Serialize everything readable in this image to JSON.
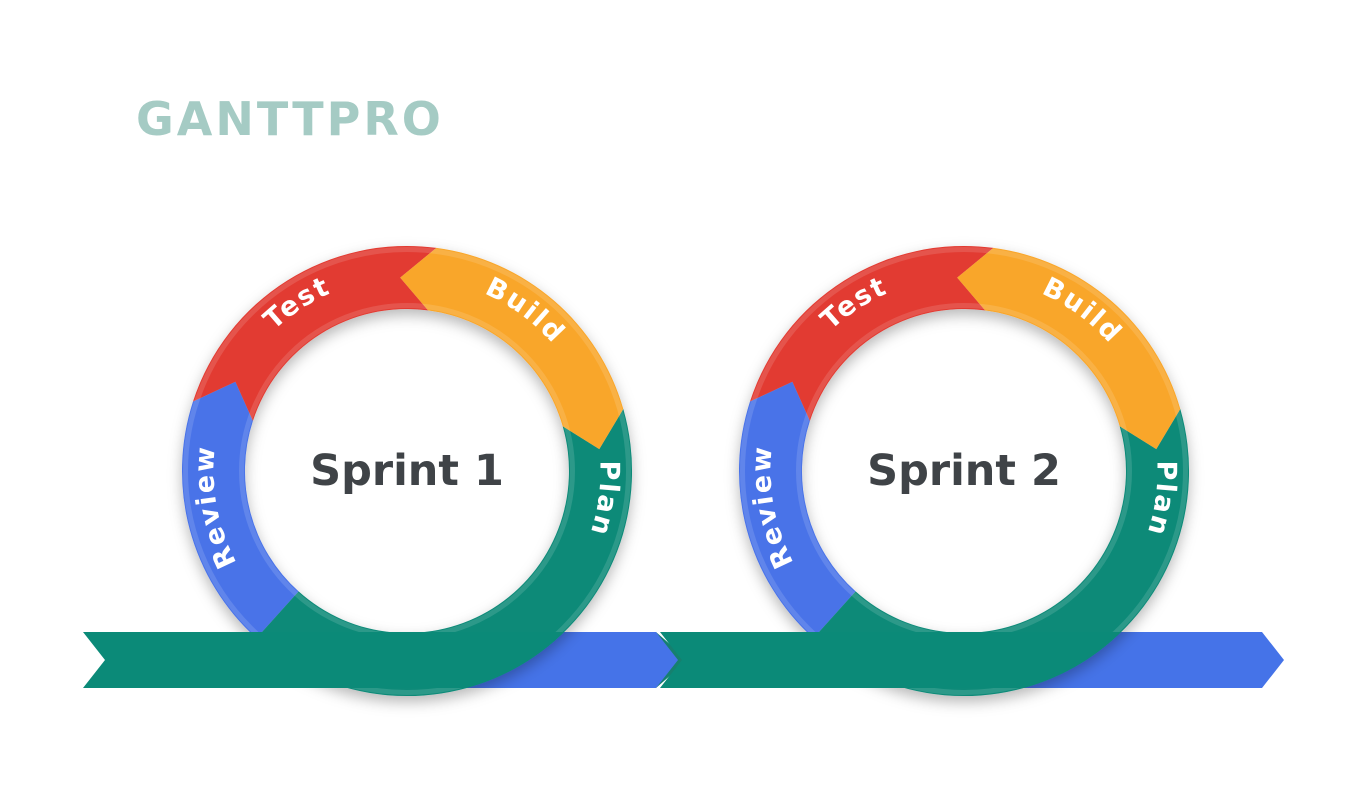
{
  "logo": {
    "text": "GANTTPRO",
    "color": "#a5cbc4"
  },
  "diagram": {
    "background": "#ffffff",
    "timeline": {
      "teal_band_color": "#0b8a78",
      "blue_band_color": "#4573e8",
      "junction_chevron_color": "#16806f",
      "direction": "left-to-right"
    },
    "stage_colors": {
      "test": "#e23b32",
      "build": "#f9a62a",
      "plan": "#0b8a78",
      "review": "#4a73e8"
    },
    "title_color": "#3f4347",
    "sprints": [
      {
        "name": "Sprint 1",
        "stages": [
          {
            "label": "Test",
            "color": "#e23b32"
          },
          {
            "label": "Build",
            "color": "#f9a62a"
          },
          {
            "label": "Plan",
            "color": "#0b8a78"
          },
          {
            "label": "Review",
            "color": "#4a73e8"
          }
        ]
      },
      {
        "name": "Sprint 2",
        "stages": [
          {
            "label": "Test",
            "color": "#e23b32"
          },
          {
            "label": "Build",
            "color": "#f9a62a"
          },
          {
            "label": "Plan",
            "color": "#0b8a78"
          },
          {
            "label": "Review",
            "color": "#4a73e8"
          }
        ]
      }
    ]
  }
}
